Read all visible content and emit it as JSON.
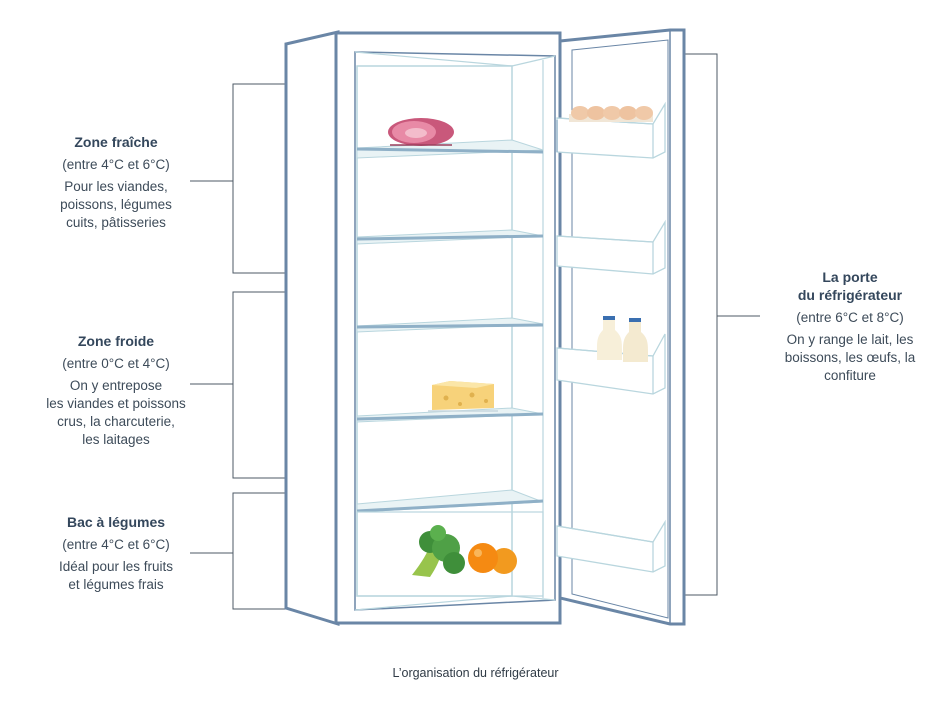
{
  "caption": "L’organisation du réfrigérateur",
  "zones": [
    {
      "title": "Zone fraîche",
      "temp": "(entre 4°C et 6°C)",
      "desc": "Pour les viandes,\npoissons, légumes\ncuits, pâtisseries"
    },
    {
      "title": "Zone froide",
      "temp": "(entre 0°C et 4°C)",
      "desc": "On y entrepose\nles viandes et poissons\ncrus, la charcuterie,\nles laitages"
    },
    {
      "title": "Bac à légumes",
      "temp": "(entre 4°C et 6°C)",
      "desc": "Idéal pour les fruits\net légumes frais"
    }
  ],
  "door": {
    "title": "La porte\ndu réfrigérateur",
    "temp": "(entre 6°C et 8°C)",
    "desc": "On y range le lait, les\nboissons, les œufs, la\nconfiture"
  },
  "colors": {
    "frame": "#6a86a6",
    "shelf": "#8fb0c7",
    "inner": "#b9d6de",
    "bracket": "#4d5a66"
  }
}
